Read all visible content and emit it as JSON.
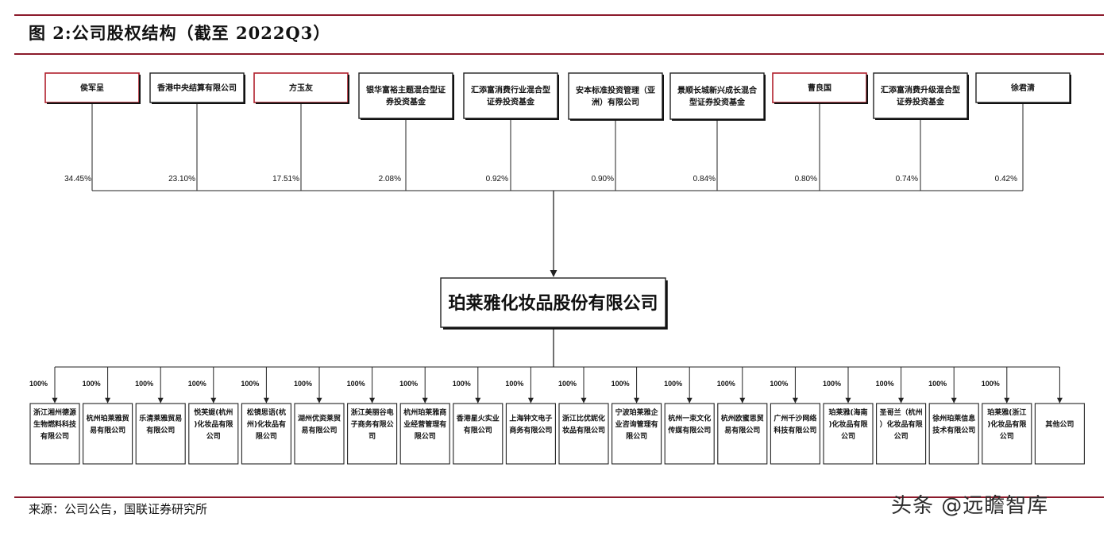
{
  "header": {
    "title": "图 2:公司股权结构（截至 2022Q3）"
  },
  "colors": {
    "rule": "#8b1a2b",
    "highlight_border": "#b0202c",
    "line": "#222222"
  },
  "shareholders": [
    {
      "name": "侯军呈",
      "pct": "34.45%",
      "highlight": true
    },
    {
      "name": "香港中央结算有限公司",
      "pct": "23.10%",
      "highlight": false
    },
    {
      "name": "方玉友",
      "pct": "17.51%",
      "highlight": true
    },
    {
      "name": "银华富裕主题混合型证券投资基金",
      "pct": "2.08%",
      "highlight": false
    },
    {
      "name": "汇添富消费行业混合型证券投资基金",
      "pct": "0.92%",
      "highlight": false
    },
    {
      "name": "安本标准投资管理（亚洲）有限公司",
      "pct": "0.90%",
      "highlight": false
    },
    {
      "name": "景顺长城新兴成长混合型证券投资基金",
      "pct": "0.84%",
      "highlight": false
    },
    {
      "name": "曹良国",
      "pct": "0.80%",
      "highlight": true
    },
    {
      "name": "汇添富消费升级混合型证券投资基金",
      "pct": "0.74%",
      "highlight": false
    },
    {
      "name": "徐君清",
      "pct": "0.42%",
      "highlight": false
    }
  ],
  "company": {
    "name": "珀莱雅化妆品股份有限公司"
  },
  "subsidiaries": [
    {
      "name": "浙江湘州德源生物燃料科技有限公司",
      "pct": "100%"
    },
    {
      "name": "杭州珀莱雅贸易有限公司",
      "pct": "100%"
    },
    {
      "name": "乐清莱雅贸易有限公司",
      "pct": "100%"
    },
    {
      "name": "悦芙媞(杭州)化妆品有限公司",
      "pct": "100%"
    },
    {
      "name": "松镜思语(杭州)化妆品有限公司",
      "pct": "100%"
    },
    {
      "name": "湖州优资莱贸易有限公司",
      "pct": "100%"
    },
    {
      "name": "浙江美丽谷电子商务有限公司",
      "pct": "100%"
    },
    {
      "name": "杭州珀莱雅商业经营管理有限公司",
      "pct": "100%"
    },
    {
      "name": "香港星火实业有限公司",
      "pct": "100%"
    },
    {
      "name": "上海钟文电子商务有限公司",
      "pct": "100%"
    },
    {
      "name": "浙江比优妮化妆品有限公司",
      "pct": "100%"
    },
    {
      "name": "宁波珀莱雅企业咨询管理有限公司",
      "pct": "100%"
    },
    {
      "name": "杭州一束文化传媒有限公司",
      "pct": "100%"
    },
    {
      "name": "杭州欧蜜思贸易有限公司",
      "pct": "100%"
    },
    {
      "name": "广州千沙网络科技有限公司",
      "pct": "100%"
    },
    {
      "name": "珀莱雅(海南)化妆品有限公司",
      "pct": "100%"
    },
    {
      "name": "圣哥兰（杭州）化妆品有限公司",
      "pct": "100%"
    },
    {
      "name": "徐州珀莱信息技术有限公司",
      "pct": "100%"
    },
    {
      "name": "珀莱雅(浙江)化妆品有限公司",
      "pct": "100%"
    },
    {
      "name": "其他公司",
      "pct": ""
    }
  ],
  "footer": {
    "source": "来源：公司公告，国联证券研究所",
    "watermark": "头条 @远瞻智库"
  }
}
